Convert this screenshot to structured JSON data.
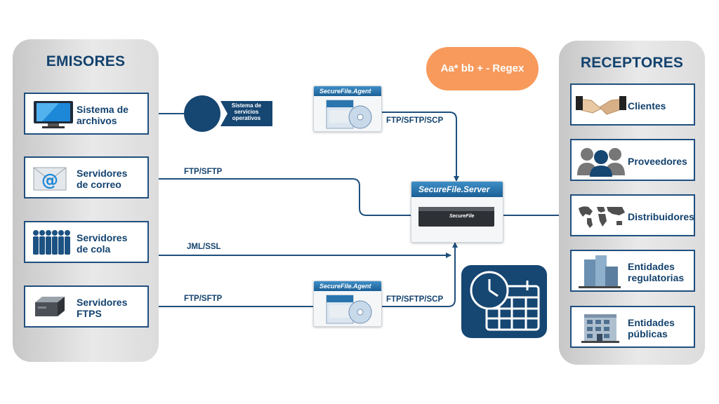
{
  "emisores": {
    "title": "EMISORES",
    "items": [
      {
        "label": "Sistema de archivos",
        "line1": "Sistema de",
        "line2": "archivos",
        "icon": "monitor-icon"
      },
      {
        "label": "Servidores de correo",
        "line1": "Servidores",
        "line2": "de correo",
        "icon": "email-icon"
      },
      {
        "label": "Servidores de cola",
        "line1": "Servidores",
        "line2": "de cola",
        "icon": "queue-people-icon"
      },
      {
        "label": "Servidores FTPS",
        "line1": "Servidores",
        "line2": "FTPS",
        "icon": "server-icon"
      }
    ]
  },
  "receptores": {
    "title": "RECEPTORES",
    "items": [
      {
        "line1": "Clientes",
        "line2": "",
        "icon": "handshake-icon"
      },
      {
        "line1": "Proveedores",
        "line2": "",
        "icon": "people-icon"
      },
      {
        "line1": "Distribuidores",
        "line2": "",
        "icon": "world-map-icon"
      },
      {
        "line1": "Entidades",
        "line2": "regulatorias",
        "icon": "buildings-icon"
      },
      {
        "line1": "Entidades",
        "line2": "públicas",
        "icon": "office-building-icon"
      }
    ]
  },
  "services": {
    "line1": "Sistema de",
    "line2": "servicios",
    "line3": "operativos"
  },
  "protocols": {
    "agent_top": "FTP/SFTP/SCP",
    "mail": "FTP/SFTP",
    "queue": "JML/SSL",
    "ftps": "FTP/SFTP",
    "agent_bottom": "FTP/SFTP/SCP"
  },
  "products": {
    "agent": "SecureFile.Agent",
    "server": "SecureFile.Server",
    "device": "SecureFile"
  },
  "regex": "Aa* bb + - Regex",
  "colors": {
    "navy": "#13426e",
    "orange": "#f79a5c",
    "banner": "#2a75ae"
  }
}
